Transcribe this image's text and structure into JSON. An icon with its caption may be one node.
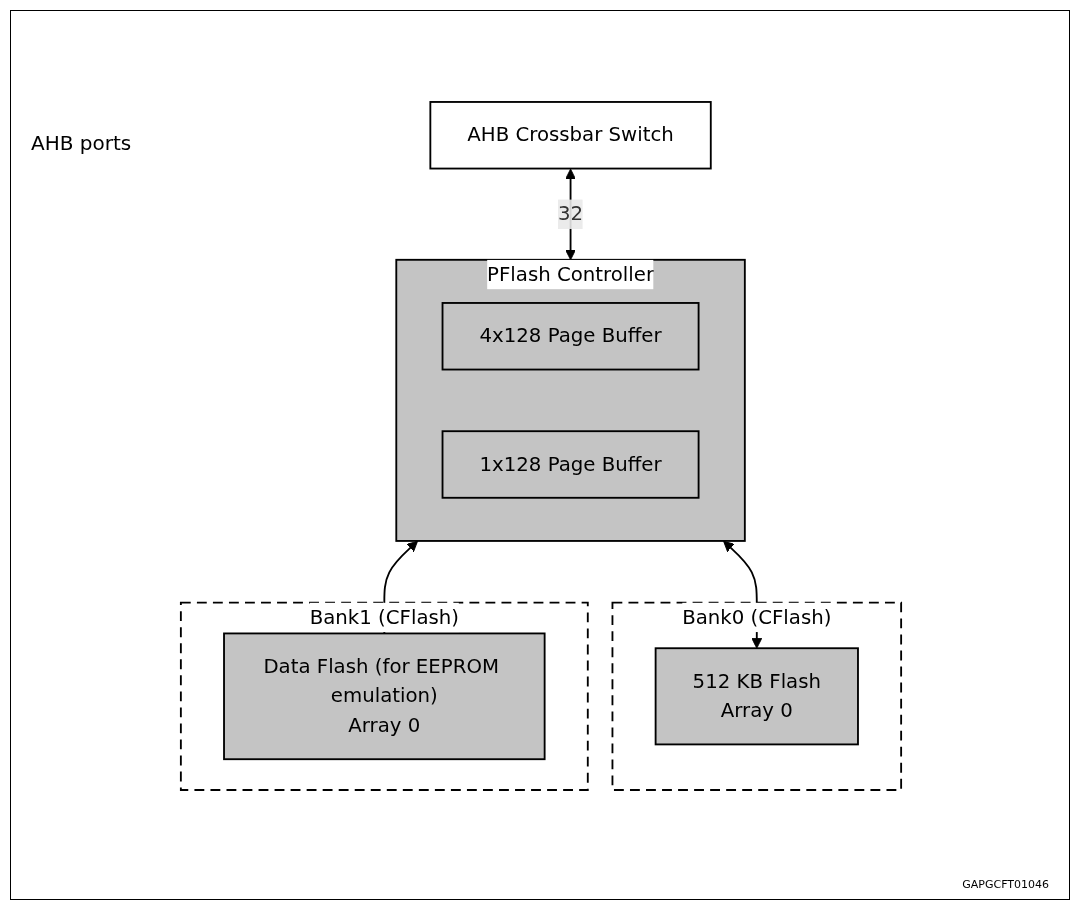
{
  "diagram": {
    "nodes": [
      {
        "text": [
          "AHB Crossbar Switch"
        ]
      },
      {
        "text": [
          "PFlash Controller"
        ]
      },
      {
        "text": [
          "4x128 Page Buffer"
        ],
        "in": 1
      },
      {
        "text": [
          "1x128 Page Buffer"
        ],
        "in": 1
      },
      {
        "text": [
          "Bank0 (CFlash)"
        ]
      },
      {
        "text": [
          "512 KB Flash",
          "Array 0"
        ],
        "in": 4
      },
      {
        "text": [
          "Bank1 (CFlash)"
        ]
      },
      {
        "text": [
          "Data Flash (for EEPROM emulation)",
          "Array 0"
        ],
        "in": 6
      }
    ],
    "edges": [
      {
        "from": 0,
        "to": 1,
        "arrow": "both",
        "label": "32"
      },
      {
        "from": 1,
        "to": 5,
        "arrow": "both"
      },
      {
        "from": 1,
        "to": 7,
        "arrow": "both"
      }
    ],
    "labels": [
      "AHB ports",
      "GAPGCFT01046"
    ]
  }
}
